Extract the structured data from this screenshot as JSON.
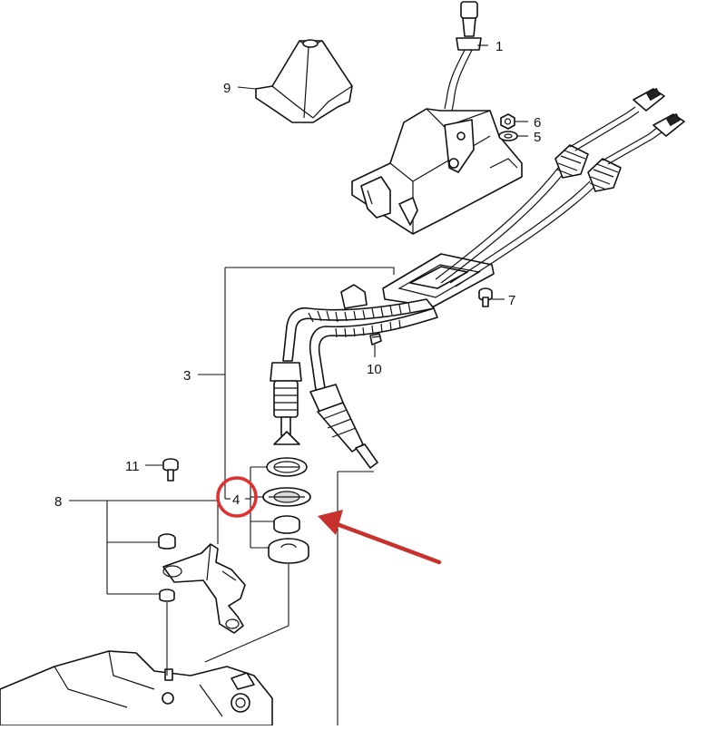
{
  "callouts": [
    {
      "id": "1",
      "label": "1"
    },
    {
      "id": "3",
      "label": "3"
    },
    {
      "id": "4",
      "label": "4"
    },
    {
      "id": "5",
      "label": "5"
    },
    {
      "id": "6",
      "label": "6"
    },
    {
      "id": "7",
      "label": "7"
    },
    {
      "id": "8",
      "label": "8"
    },
    {
      "id": "9",
      "label": "9"
    },
    {
      "id": "10",
      "label": "10"
    },
    {
      "id": "11",
      "label": "11"
    }
  ],
  "highlight": {
    "target": "4",
    "circle_color": "#e03030",
    "arrow_color": "#c8322c"
  },
  "colors": {
    "line": "#111111",
    "background": "#ffffff"
  }
}
